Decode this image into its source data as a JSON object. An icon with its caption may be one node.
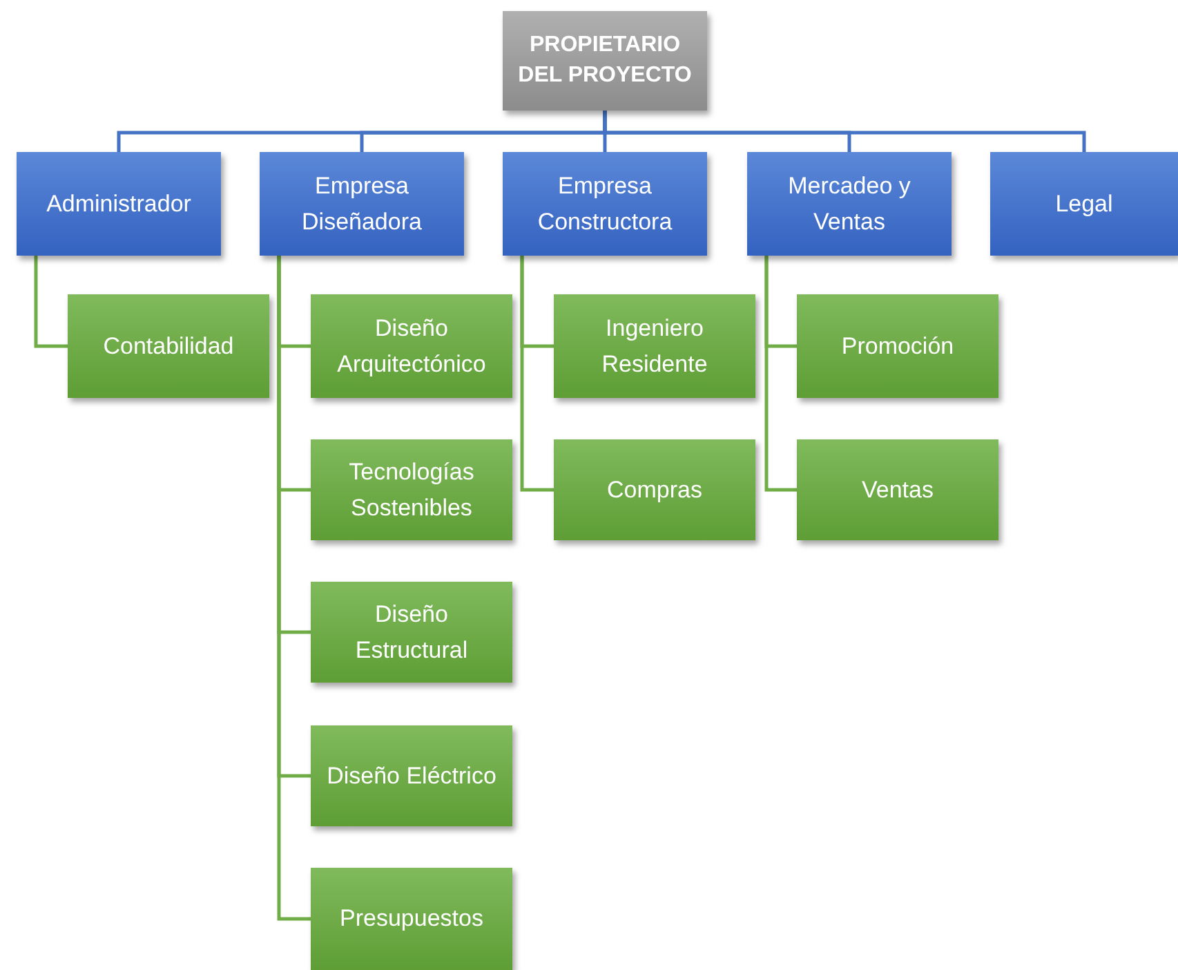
{
  "diagram": {
    "nodes": [
      {
        "text": [
          "PROPIETARIO DEL PROYECTO"
        ]
      },
      {
        "text": [
          "Administrador"
        ]
      },
      {
        "text": [
          "Empresa Diseñadora"
        ]
      },
      {
        "text": [
          "Empresa Constructora"
        ]
      },
      {
        "text": [
          "Mercadeo y Ventas"
        ]
      },
      {
        "text": [
          "Legal"
        ]
      },
      {
        "text": [
          "Contabilidad"
        ]
      },
      {
        "text": [
          "Diseño Arquitectónico"
        ]
      },
      {
        "text": [
          "Tecnologías Sostenibles"
        ]
      },
      {
        "text": [
          "Diseño Estructural"
        ]
      },
      {
        "text": [
          "Diseño Eléctrico"
        ]
      },
      {
        "text": [
          "Presupuestos"
        ]
      },
      {
        "text": [
          "Ingeniero Residente"
        ]
      },
      {
        "text": [
          "Compras"
        ]
      },
      {
        "text": [
          "Promoción"
        ]
      },
      {
        "text": [
          "Ventas"
        ]
      }
    ],
    "edges": [
      {
        "from": 0,
        "to": 1,
        "arrow": "none",
        "color": "#4472c4"
      },
      {
        "from": 0,
        "to": 2,
        "arrow": "none",
        "color": "#4472c4"
      },
      {
        "from": 0,
        "to": 3,
        "arrow": "none",
        "color": "#4472c4"
      },
      {
        "from": 0,
        "to": 4,
        "arrow": "none",
        "color": "#4472c4"
      },
      {
        "from": 0,
        "to": 5,
        "arrow": "none",
        "color": "#4472c4"
      },
      {
        "from": 1,
        "to": 6,
        "arrow": "none"
      },
      {
        "from": 2,
        "to": 7,
        "arrow": "none"
      },
      {
        "from": 2,
        "to": 8,
        "arrow": "none"
      },
      {
        "from": 2,
        "to": 9,
        "arrow": "none"
      },
      {
        "from": 2,
        "to": 10,
        "arrow": "none"
      },
      {
        "from": 2,
        "to": 11,
        "arrow": "none"
      },
      {
        "from": 3,
        "to": 12,
        "arrow": "none"
      },
      {
        "from": 3,
        "to": 13,
        "arrow": "none"
      },
      {
        "from": 4,
        "to": 14,
        "arrow": "none"
      },
      {
        "from": 4,
        "to": 15,
        "arrow": "none"
      }
    ]
  }
}
